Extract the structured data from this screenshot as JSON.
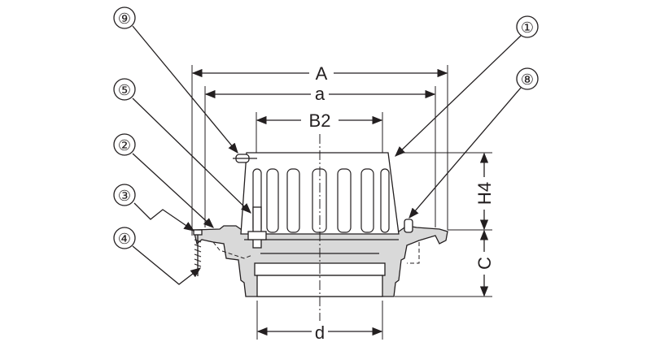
{
  "diagram": {
    "dimensions": {
      "A": "A",
      "a": "a",
      "B2": "B2",
      "H4": "H4",
      "C": "C",
      "d": "d"
    },
    "callouts": {
      "c1": "①",
      "c2": "②",
      "c3": "③",
      "c4": "④",
      "c5": "⑤",
      "c8": "⑧",
      "c9": "⑨"
    }
  }
}
